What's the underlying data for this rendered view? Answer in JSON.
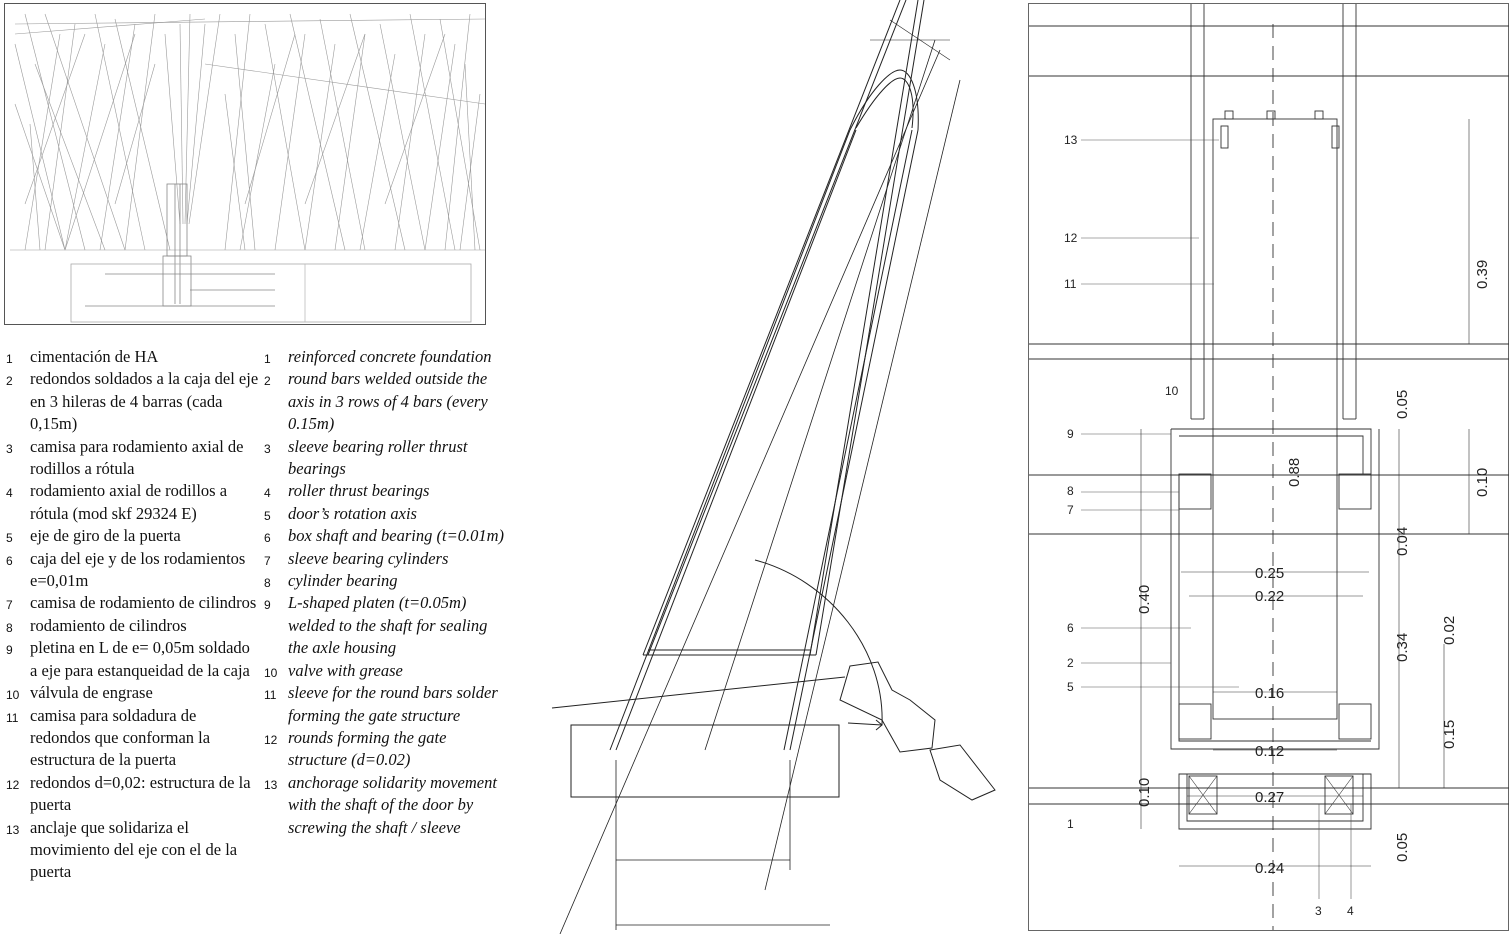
{
  "legend_es": [
    {
      "num": "1",
      "text": "cimentación de HA"
    },
    {
      "num": "2",
      "text": "redondos soldados a la caja del eje en 3 hileras de 4 barras (cada 0,15m)"
    },
    {
      "num": "3",
      "text": "camisa para rodamiento axial de rodillos a rótula"
    },
    {
      "num": "4",
      "text": "rodamiento axial de rodillos a rótula (mod skf 29324 E)"
    },
    {
      "num": "5",
      "text": "eje de giro de la puerta"
    },
    {
      "num": "6",
      "text": "caja del eje y de los rodamientos e=0,01m"
    },
    {
      "num": "7",
      "text": "camisa de rodamiento de cilindros"
    },
    {
      "num": "8",
      "text": "rodamiento de cilindros"
    },
    {
      "num": "9",
      "text": "pletina en L de e= 0,05m soldado a eje para estanqueidad de la caja"
    },
    {
      "num": "10",
      "text": "válvula de engrase"
    },
    {
      "num": "11",
      "text": "camisa para soldadura de redondos que conforman la estructura de la puerta"
    },
    {
      "num": "12",
      "text": "redondos d=0,02: estructura de la puerta"
    },
    {
      "num": "13",
      "text": "anclaje que solidariza el movimiento del eje con el de la puerta"
    }
  ],
  "legend_en": [
    {
      "num": "1",
      "text": "reinforced concrete foundation"
    },
    {
      "num": "2",
      "text": "round bars welded outside the axis in 3 rows of 4 bars (every 0.15m)"
    },
    {
      "num": "3",
      "text": "sleeve bearing roller thrust bearings"
    },
    {
      "num": "4",
      "text": "roller thrust bearings"
    },
    {
      "num": "5",
      "text": "door’s rotation axis"
    },
    {
      "num": "6",
      "text": "box shaft and bearing (t=0.01m)"
    },
    {
      "num": "7",
      "text": "sleeve bearing cylinders"
    },
    {
      "num": "8",
      "text": "cylinder bearing"
    },
    {
      "num": "9",
      "text": "L-shaped platen (t=0.05m) welded to the shaft for sealing the axle housing"
    },
    {
      "num": "10",
      "text": "valve with grease"
    },
    {
      "num": "11",
      "text": "sleeve for the round bars solder forming the gate structure"
    },
    {
      "num": "12",
      "text": "rounds forming the gate structure (d=0.02)"
    },
    {
      "num": "13",
      "text": "anchorage solidarity movement with the shaft of the door by screwing the shaft / sleeve"
    }
  ],
  "section": {
    "callouts": {
      "c13": "13",
      "c12": "12",
      "c11": "11",
      "c10": "10",
      "c9": "9",
      "c8": "8",
      "c7": "7",
      "c6": "6",
      "c2": "2",
      "c5": "5",
      "c1": "1",
      "c3": "3",
      "c4": "4"
    },
    "dims": {
      "d039": "0.39",
      "d005a": "0.05",
      "d010a": "0.10",
      "d088": "0.88",
      "d004": "0.04",
      "d025": "0.25",
      "d022": "0.22",
      "d040": "0.40",
      "d034": "0.34",
      "d002": "0.02",
      "d016": "0.16",
      "d015": "0.15",
      "d012": "0.12",
      "d010b": "0.10",
      "d027": "0.27",
      "d005b": "0.05",
      "d024": "0.24"
    }
  }
}
